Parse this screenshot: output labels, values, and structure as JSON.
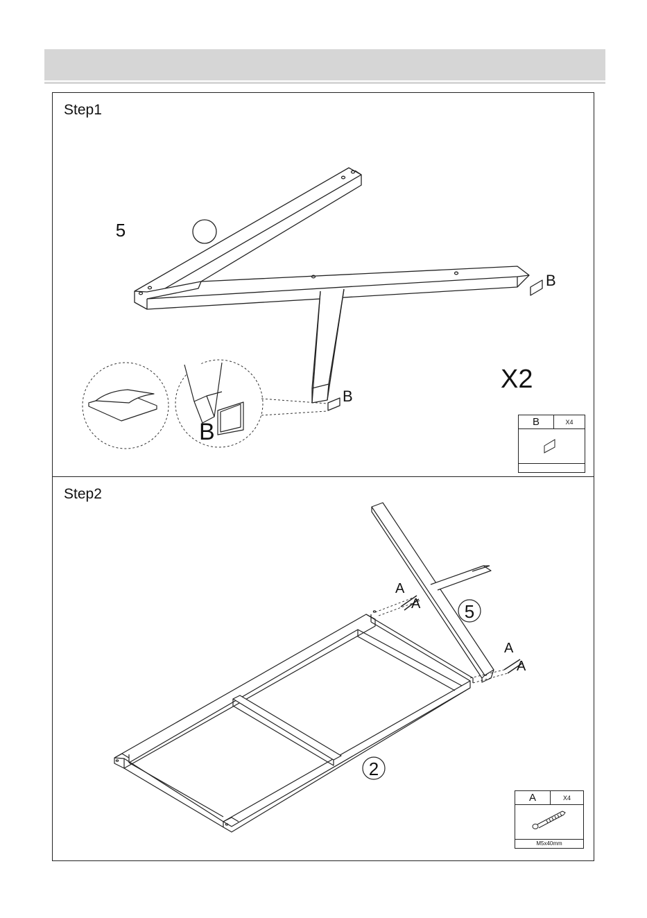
{
  "header": {
    "title": ""
  },
  "step1": {
    "title": "Step1",
    "part_number": "5",
    "callout_b_right": "B",
    "callout_b_leg": "B",
    "detail_label": "B",
    "multiplier": "X2",
    "parts_box": {
      "letter": "B",
      "quantity": "X4",
      "footer": ""
    }
  },
  "step2": {
    "title": "Step2",
    "part_number_leg": "5",
    "part_number_frame": "2",
    "screw_labels": [
      "A",
      "A",
      "A",
      "A"
    ],
    "parts_box": {
      "letter": "A",
      "quantity": "X4",
      "footer": "M5x40mm"
    }
  }
}
